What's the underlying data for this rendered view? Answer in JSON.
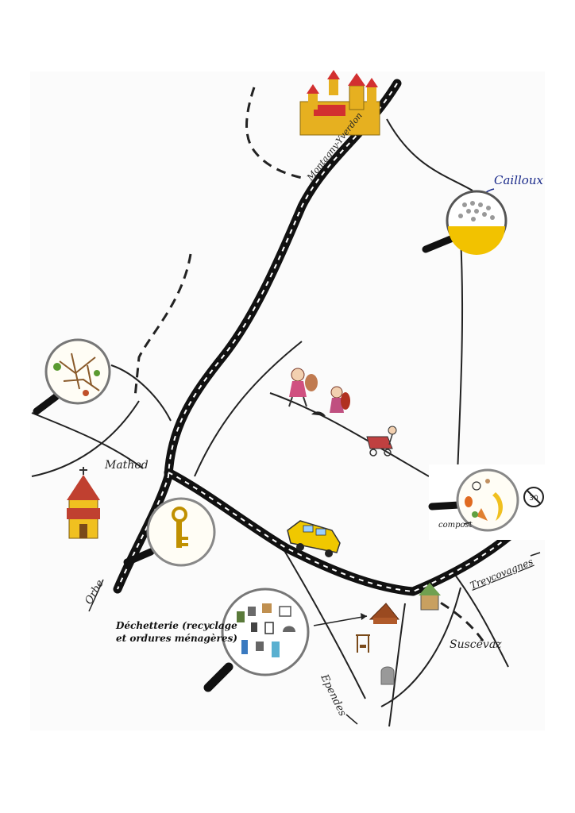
{
  "labels": {
    "road_montagny": "Montagny-Yverdon",
    "cailloux": "Cailloux",
    "mathod": "Mathod",
    "orbe": "Orbe",
    "dechetterie_line1": "Déchetterie (recyclage",
    "dechetterie_line2": "et ordures ménagères)",
    "compost": "compost",
    "treycovagnes": "Treycovagnes",
    "suscevaz": "Suscévaz",
    "ependes": "Ependes"
  },
  "colors": {
    "road": "#111111",
    "road_dash": "#ffffff",
    "castle": "#e6b020",
    "castle_roof": "#d23030",
    "car": "#f0c800",
    "cailloux_fill": "#f2c200",
    "lens_ring": "#555555"
  },
  "icons": [
    "castle-icon",
    "church-icon",
    "key-icon",
    "car-icon",
    "hikers-icon",
    "stroller-icon",
    "house-icon",
    "playground-icon",
    "gravestone-icon",
    "no-cycling-sign-icon"
  ]
}
